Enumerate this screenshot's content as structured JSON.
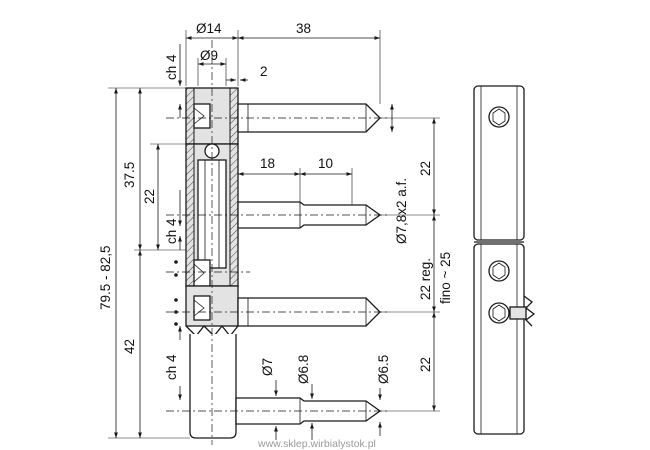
{
  "drawing": {
    "dimensions": {
      "d14": "Ø14",
      "len38": "38",
      "ch4_top": "ch 4",
      "d9": "Ø9",
      "gap2": "2",
      "len18": "18",
      "len10": "10",
      "h37_5": "37.5",
      "h22_mid": "22",
      "ch4_mid": "ch 4",
      "h79_5": "79.5 - 82,5",
      "h42": "42",
      "ch4_bottom": "ch 4",
      "d7": "Ø7",
      "d6_8": "Ø6.8",
      "d6_5": "Ø6.5",
      "d7_8": "Ø7,8x2 a.f.",
      "h22_top": "22",
      "h22_reg": "22 reg.",
      "fino25": "fino ~ 25",
      "h22_bottom": "22"
    },
    "watermark": "www.sklep.wirbialystok.pl"
  }
}
